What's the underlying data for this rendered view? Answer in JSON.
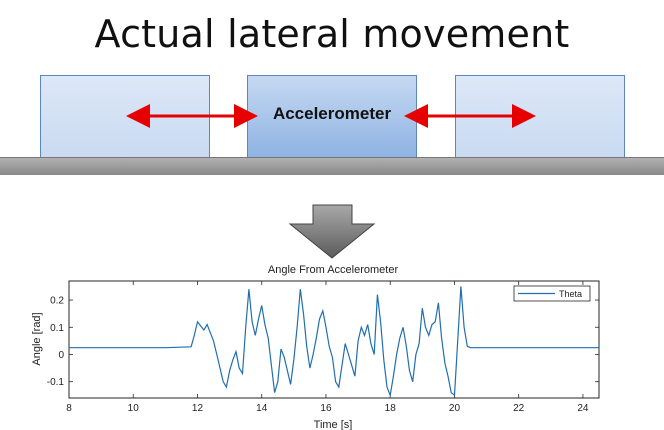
{
  "diagram": {
    "title": "Actual lateral movement",
    "center_block_label": "Accelerometer",
    "colors": {
      "arrow": "#e60000",
      "block_border": "#5b86c2",
      "ground": "#9a9a9a",
      "signal": "#1f6fb0"
    },
    "down_arrow_icon": "down-arrow-icon"
  },
  "chart_data": {
    "type": "line",
    "title": "Angle From Accelerometer",
    "xlabel": "Time [s]",
    "ylabel": "Angle [rad]",
    "xlim": [
      8,
      24.5
    ],
    "ylim": [
      -0.16,
      0.27
    ],
    "xticks": [
      8,
      10,
      12,
      14,
      16,
      18,
      20,
      22,
      24
    ],
    "yticks": [
      -0.1,
      0,
      0.1,
      0.2
    ],
    "ytick_labels": [
      "-0.1",
      "0",
      "0.1",
      "0.2"
    ],
    "grid": false,
    "legend": "top-right",
    "series": [
      {
        "name": "Theta",
        "x": [
          8.0,
          9.0,
          10.0,
          11.0,
          11.8,
          11.9,
          12.0,
          12.1,
          12.2,
          12.3,
          12.4,
          12.5,
          12.6,
          12.7,
          12.8,
          12.9,
          13.0,
          13.1,
          13.2,
          13.3,
          13.4,
          13.5,
          13.6,
          13.7,
          13.8,
          13.9,
          14.0,
          14.1,
          14.2,
          14.3,
          14.4,
          14.5,
          14.6,
          14.7,
          14.8,
          14.9,
          15.0,
          15.1,
          15.2,
          15.3,
          15.4,
          15.5,
          15.6,
          15.7,
          15.8,
          15.9,
          16.0,
          16.1,
          16.2,
          16.3,
          16.4,
          16.5,
          16.6,
          16.7,
          16.8,
          16.9,
          17.0,
          17.1,
          17.2,
          17.3,
          17.4,
          17.5,
          17.6,
          17.7,
          17.8,
          17.9,
          18.0,
          18.1,
          18.2,
          18.3,
          18.4,
          18.5,
          18.6,
          18.7,
          18.8,
          18.9,
          19.0,
          19.1,
          19.2,
          19.3,
          19.4,
          19.5,
          19.6,
          19.7,
          19.8,
          19.9,
          20.0,
          20.1,
          20.2,
          20.3,
          20.4,
          20.5,
          20.6,
          20.7,
          20.8,
          21.0,
          22.0,
          23.0,
          24.0,
          24.5
        ],
        "y": [
          0.025,
          0.025,
          0.025,
          0.025,
          0.028,
          0.07,
          0.12,
          0.105,
          0.09,
          0.11,
          0.08,
          0.05,
          0.0,
          -0.05,
          -0.1,
          -0.12,
          -0.06,
          -0.02,
          0.01,
          -0.05,
          -0.07,
          0.1,
          0.24,
          0.12,
          0.07,
          0.13,
          0.18,
          0.11,
          0.06,
          -0.04,
          -0.14,
          -0.1,
          0.02,
          -0.01,
          -0.06,
          -0.11,
          -0.02,
          0.1,
          0.24,
          0.15,
          0.03,
          -0.05,
          0.0,
          0.06,
          0.13,
          0.16,
          0.1,
          0.03,
          -0.01,
          -0.1,
          -0.12,
          -0.04,
          0.04,
          0.0,
          -0.04,
          -0.08,
          0.05,
          0.1,
          0.07,
          0.11,
          0.04,
          0.0,
          0.22,
          0.12,
          -0.02,
          -0.12,
          -0.15,
          -0.08,
          0.0,
          0.06,
          0.1,
          0.03,
          -0.06,
          -0.1,
          0.0,
          0.04,
          0.17,
          0.1,
          0.07,
          0.11,
          0.12,
          0.19,
          0.06,
          -0.03,
          -0.08,
          -0.14,
          -0.15,
          0.05,
          0.25,
          0.1,
          0.03,
          0.025,
          0.025,
          0.025,
          0.025,
          0.025,
          0.025,
          0.025,
          0.025,
          0.025
        ]
      }
    ]
  }
}
